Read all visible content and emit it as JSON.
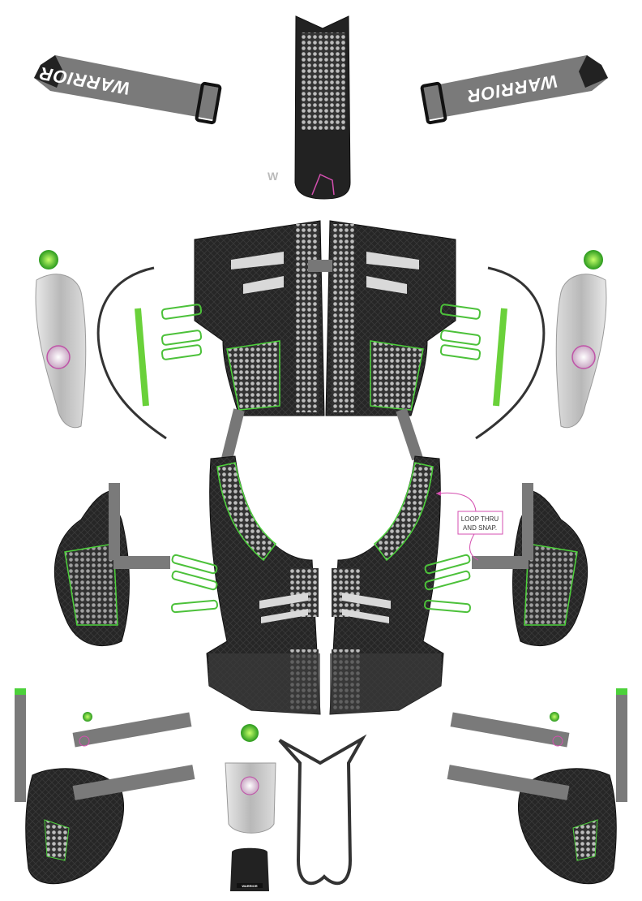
{
  "brand": {
    "strap_logo": "WARRIOR",
    "mini_logo": "WARRIOR"
  },
  "callout": {
    "line1": "LOOP THRU",
    "line2": "AND SNAP."
  },
  "colors": {
    "accent_green": "#4cd13a",
    "accent_pink": "#d44fb0",
    "pad_black": "#2a2a2a",
    "strap_gray": "#7d7d7d",
    "shell_silver": "#c9c9c9"
  }
}
